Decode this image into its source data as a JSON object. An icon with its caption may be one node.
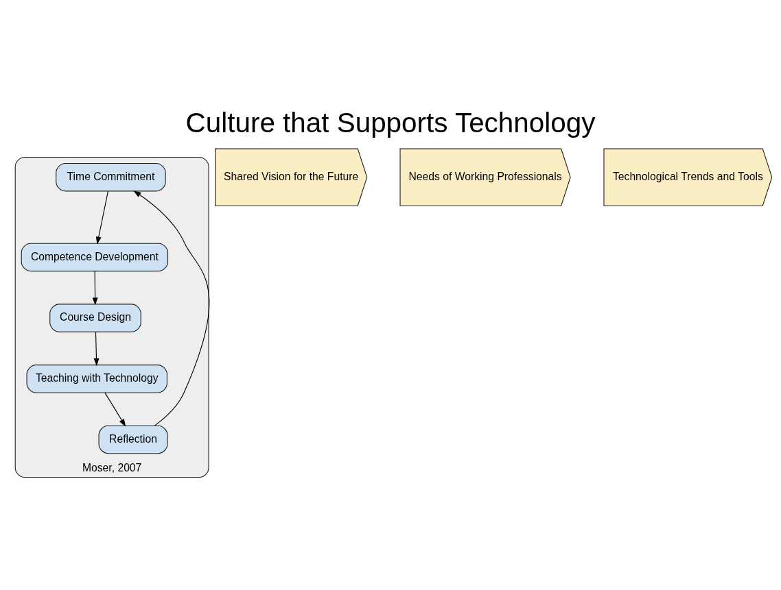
{
  "diagram": {
    "title": "Culture that Supports Technology",
    "nodes": [
      {
        "text": [
          "Moser, 2007"
        ]
      },
      {
        "text": [
          "Time Commitment"
        ],
        "in": 0
      },
      {
        "text": [
          "Competence Development"
        ],
        "in": 0
      },
      {
        "text": [
          "Course Design"
        ],
        "in": 0
      },
      {
        "text": [
          "Teaching with Technology"
        ],
        "in": 0
      },
      {
        "text": [
          "Reflection"
        ],
        "in": 0
      },
      {
        "text": [
          "Shared Vision for the Future"
        ]
      },
      {
        "text": [
          "Needs of Working Professionals"
        ]
      },
      {
        "text": [
          "Technological Trends and Tools"
        ]
      }
    ],
    "edges": [
      {
        "from": 1,
        "to": 2,
        "arrow": "to"
      },
      {
        "from": 2,
        "to": 3,
        "arrow": "to"
      },
      {
        "from": 3,
        "to": 4,
        "arrow": "to"
      },
      {
        "from": 4,
        "to": 5,
        "arrow": "to"
      },
      {
        "from": 5,
        "to": 1,
        "arrow": "to"
      }
    ]
  }
}
